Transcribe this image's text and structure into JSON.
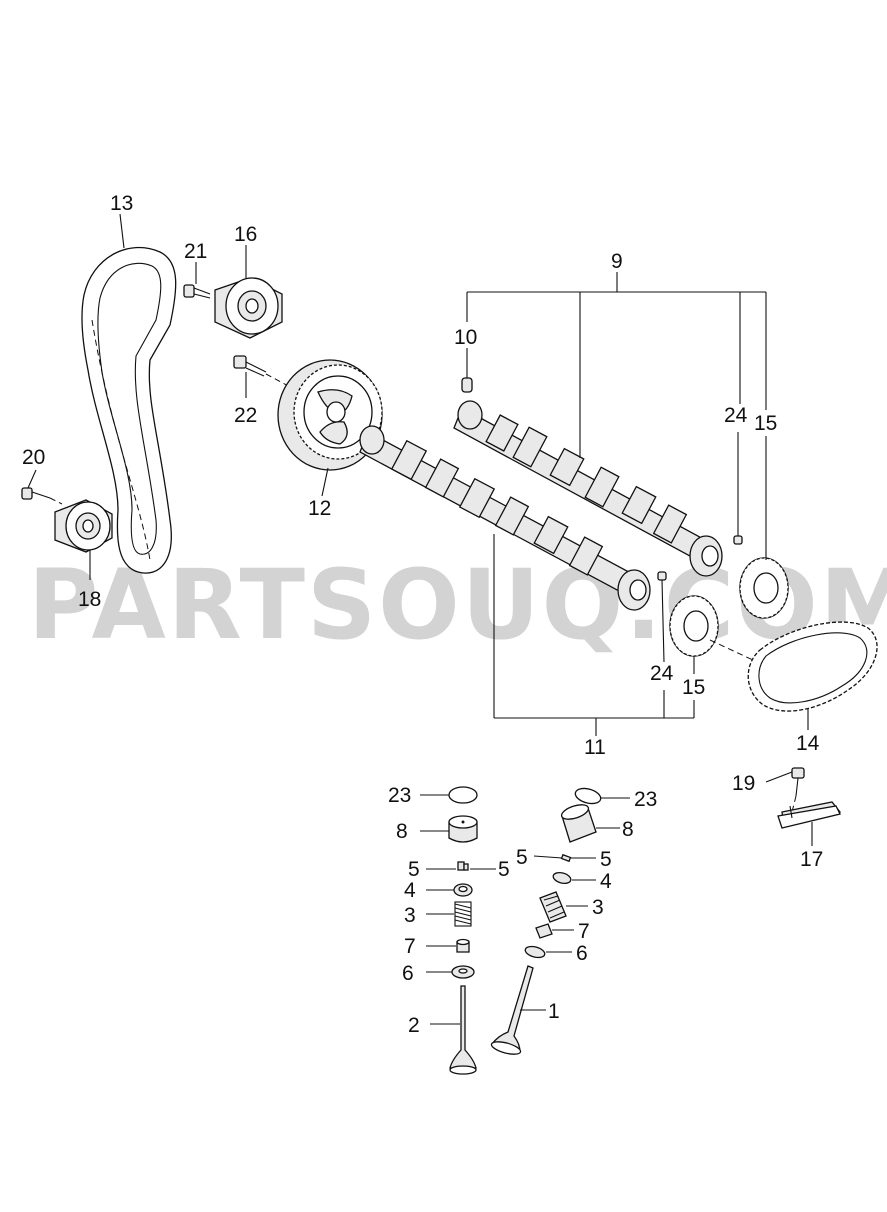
{
  "watermark": "PARTSOUQ.COM",
  "callouts": {
    "c1": "1",
    "c2": "2",
    "c3a": "3",
    "c3b": "3",
    "c4a": "4",
    "c4b": "4",
    "c5a": "5",
    "c5b": "5",
    "c5c": "5",
    "c5d": "5",
    "c6a": "6",
    "c6b": "6",
    "c7a": "7",
    "c7b": "7",
    "c8a": "8",
    "c8b": "8",
    "c9": "9",
    "c10": "10",
    "c11": "11",
    "c12": "12",
    "c13": "13",
    "c14": "14",
    "c15a": "15",
    "c15b": "15",
    "c16": "16",
    "c17": "17",
    "c18": "18",
    "c19": "19",
    "c20": "20",
    "c21": "21",
    "c22": "22",
    "c23a": "23",
    "c23b": "23",
    "c24a": "24",
    "c24b": "24"
  }
}
